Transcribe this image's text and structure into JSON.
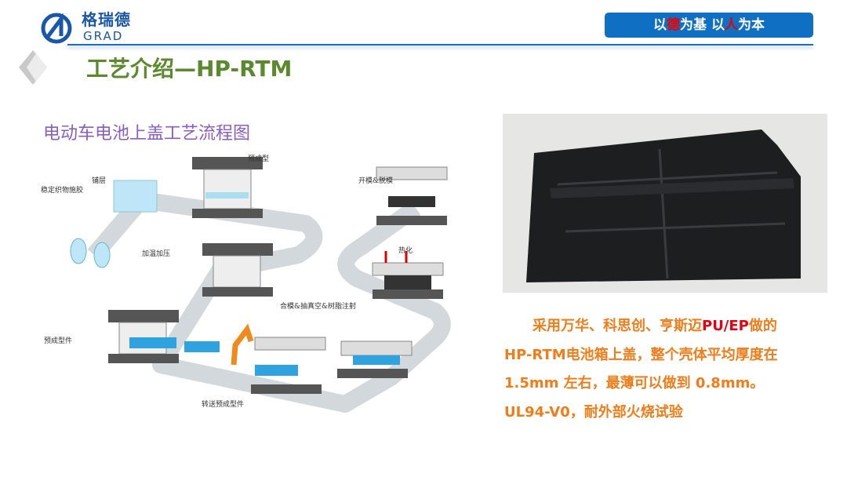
{
  "header": {
    "logo_cn": "格瑞德",
    "logo_en": "GRAD",
    "motto_parts": [
      "以",
      "德",
      "为基  以",
      "人",
      "为本"
    ]
  },
  "title": "工艺介绍—HP-RTM",
  "diagram": {
    "title": "电动车电池上盖工艺流程图",
    "labels": {
      "fabric": "稳定织物施胶",
      "layup": "铺层",
      "preform": "预成型",
      "heat_press": "加温加压",
      "preform_part": "预成型件",
      "transfer": "转送预成型件",
      "inject": "合模&抽真空&树脂注射",
      "cure": "热化",
      "demold": "开模&脱模"
    }
  },
  "description": {
    "line1_a": "采用万华、科思创、亨斯迈",
    "line1_hl": "PU/EP",
    "line1_b": "做的",
    "line2": "HP-RTM电池箱上盖，整个壳体平均厚度在",
    "line3": "1.5mm 左右，最薄可以做到 0.8mm。",
    "line4": "UL94-V0，耐外部火烧试验"
  }
}
